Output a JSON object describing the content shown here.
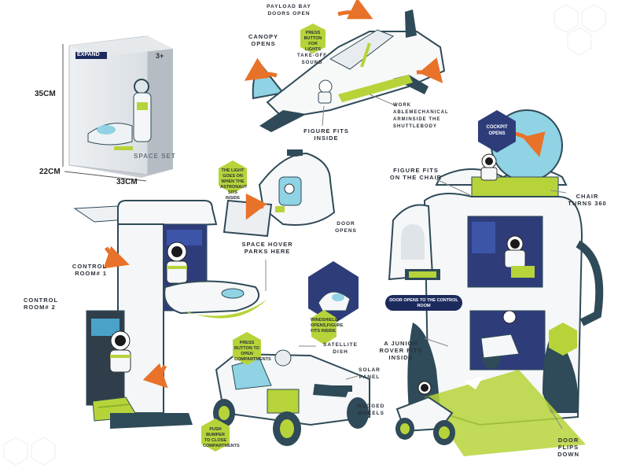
{
  "colors": {
    "accent_green": "#b6d43a",
    "arrow_orange": "#e8722a",
    "dark_teal": "#2f4a58",
    "navy": "#1c2a5e",
    "glass_blue": "#8fd3e4"
  },
  "box": {
    "brand": "EXPAND",
    "title": "SPACE SET",
    "age": "3+",
    "dim_height": "35CM",
    "dim_depth": "22CM",
    "dim_width": "33CM"
  },
  "shuttle": {
    "canopy": "CANOPY OPENS",
    "payload": "PAYLOAD BAY DOORS OPEN",
    "press_lights": "PRESS BUTTON FOR LIGHTS",
    "takeoff": "TAKE-OFF SOUND",
    "arm": "WORK ABLEMECHANICAL ARMINSIDE THE SHUTTLEBODY",
    "figure": "FIGURE FITS INSIDE"
  },
  "capsule": {
    "light_note": "THE LIGHT GOES ON WHEN THE ASTRONAUT SITS INSIDE",
    "door": "DOOR OPENS"
  },
  "station": {
    "hover": "SPACE HOVER PARKS HERE",
    "room1": "CONTROL ROOM# 1",
    "room2": "CONTROL ROOM# 2"
  },
  "windshield": {
    "note": "WINDSHIELD OPENS,FIGURE FITS INSIDE"
  },
  "rover": {
    "press_compart": "PRESS BUTTON TO OPEN COMPARTMENTS",
    "dish": "SATELLITE DISH",
    "solar": "SOLAR PANEL",
    "wheels": "RUGGED WHEELS",
    "bumper": "PUSH BUMPER TO CLOSE COMPARTMENTS"
  },
  "rocket": {
    "cockpit": "COCKPIT OPENS",
    "figure_chair": "FIGURE FITS ON THE CHAIR",
    "chair_turns": "CHAIR TURNS 360",
    "door_control": "DOOR OPENS TO THE CONTROL ROOM",
    "junior": "A JUNIOR ROVER FITS INSIDE",
    "door_flips": "DOOR FLIPS DOWN"
  }
}
